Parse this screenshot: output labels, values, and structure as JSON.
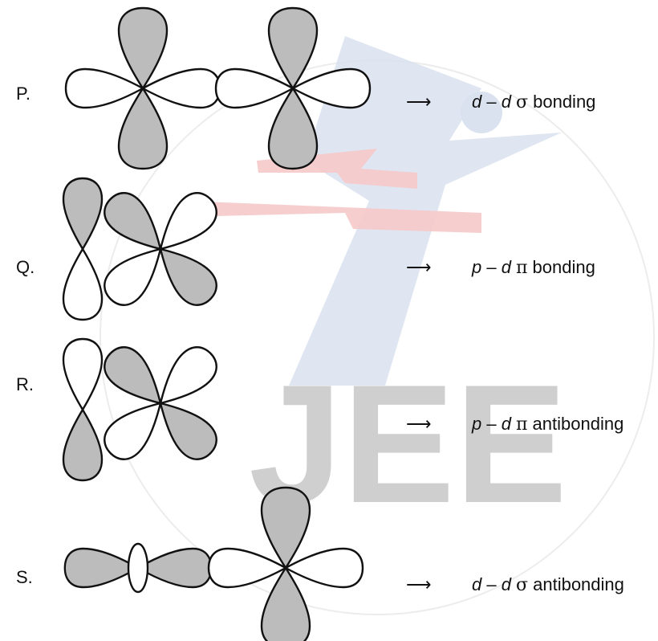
{
  "watermark": {
    "text": "JEE",
    "colors": {
      "gray": "#cfcfcf",
      "blue": "#d9e2ee",
      "red": "#f6c9c9"
    }
  },
  "colors": {
    "shaded_lobe": "#bcbcbc",
    "outline": "#111111"
  },
  "rows": [
    {
      "label": "P.",
      "arrow": "⟶",
      "left": "d",
      "dash": " – ",
      "right": "d",
      "bond": "σ",
      "kind": " bonding"
    },
    {
      "label": "Q.",
      "arrow": "⟶",
      "left": "p",
      "dash": " – ",
      "right": "d",
      "bond": "π",
      "kind": " bonding"
    },
    {
      "label": "R.",
      "arrow": "⟶",
      "left": "p",
      "dash": " – ",
      "right": "d",
      "bond": "π",
      "kind": " antibonding"
    },
    {
      "label": "S.",
      "arrow": "⟶",
      "left": "d",
      "dash": " – ",
      "right": "d",
      "bond": "σ",
      "kind": " antibonding"
    }
  ]
}
